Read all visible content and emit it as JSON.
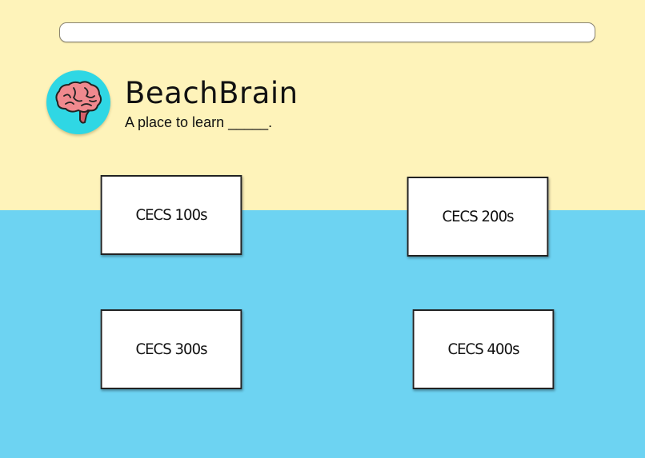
{
  "colors": {
    "top_background": "#FEF3BA",
    "bottom_background": "#6DD3F2",
    "logo_circle": "#2FD7E4",
    "brain_fill": "#F0898E"
  },
  "search": {
    "value": "",
    "placeholder": ""
  },
  "header": {
    "logo_icon": "brain-icon",
    "title": "BeachBrain",
    "tagline": "A place to learn  _____."
  },
  "courses": [
    {
      "label": "CECS 100s"
    },
    {
      "label": "CECS 200s"
    },
    {
      "label": "CECS 300s"
    },
    {
      "label": "CECS 400s"
    }
  ]
}
